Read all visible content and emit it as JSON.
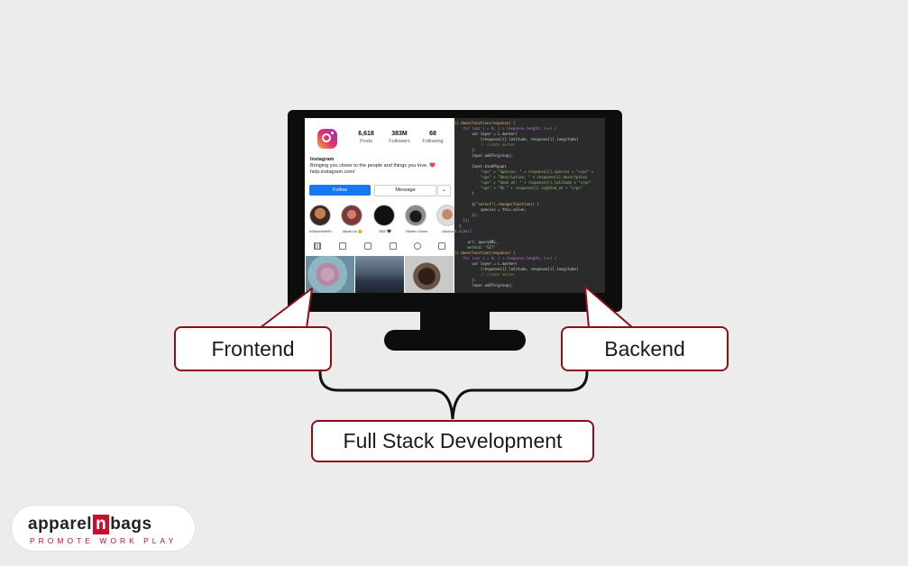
{
  "instagram": {
    "stats": [
      {
        "number": "6,618",
        "label": "Posts"
      },
      {
        "number": "383M",
        "label": "Followers"
      },
      {
        "number": "68",
        "label": "Following"
      }
    ],
    "username": "Instagram",
    "bio": "Bringing you closer to the people and things you love. ❤️",
    "link": "help.instagram.com/",
    "follow_label": "Follow",
    "message_label": "Message",
    "more_label": "⌄",
    "highlights": [
      "#ShareWithPr...",
      "Made Us 😀",
      "SBS 🖤",
      "Hidden Gems",
      "#Advoc"
    ],
    "colors": {
      "follow": "#1877f2",
      "logo_gradient_start": "#f9a03f",
      "logo_gradient_end": "#8a3ab9"
    }
  },
  "code_lines": [
    {
      "text": "}).done(function(response) {",
      "color": "#e6c07b"
    },
    {
      "text": "    for (var i = 0; i < response.length; i++) {",
      "color": "#c678dd"
    },
    {
      "text": "        var layer = L.marker(",
      "color": "#d4d4d4"
    },
    {
      "text": "            [response[i].latitude, response[i].longitude]",
      "color": "#d4d4d4"
    },
    {
      "text": "            // create marker",
      "color": "#6a9955"
    },
    {
      "text": "        );",
      "color": "#d4d4d4"
    },
    {
      "text": "        layer.addTo(group);",
      "color": "#d4d4d4"
    },
    {
      "text": "",
      "color": "#d4d4d4"
    },
    {
      "text": "        layer.bindPopup(",
      "color": "#d4d4d4"
    },
    {
      "text": "            \"<p>\" + \"Species: \" + response[i].species + \"</p>\" +",
      "color": "#98c379"
    },
    {
      "text": "            \"<p>\" + \"Description: \" + response[i].description",
      "color": "#98c379"
    },
    {
      "text": "            \"<p>\" + \"Seen at: \" + response[i].latitude + \"</p>\"",
      "color": "#98c379"
    },
    {
      "text": "            \"<p>\" + \"On \" + response[i].sighted_at + \"</p>\"",
      "color": "#98c379"
    },
    {
      "text": "        )",
      "color": "#d4d4d4"
    },
    {
      "text": "",
      "color": "#d4d4d4"
    },
    {
      "text": "        $(\"select\").change(function() {",
      "color": "#e6c07b"
    },
    {
      "text": "            species = this.value;",
      "color": "#d4d4d4"
    },
    {
      "text": "        });",
      "color": "#d4d4d4"
    },
    {
      "text": "    });",
      "color": "#d4d4d4"
    },
    {
      "text": "  }",
      "color": "#d4d4d4"
    },
    {
      "text": "$.ajax({",
      "color": "#61afef"
    },
    {
      "text": "",
      "color": "#d4d4d4"
    },
    {
      "text": "      url: queryURL,",
      "color": "#d4d4d4"
    },
    {
      "text": "      method: \"GET\"",
      "color": "#98c379"
    },
    {
      "text": "}).done(function(response) {",
      "color": "#e6c07b"
    },
    {
      "text": "    for (var i = 0; i < response.length; i++) {",
      "color": "#c678dd"
    },
    {
      "text": "        var layer = L.marker(",
      "color": "#d4d4d4"
    },
    {
      "text": "            [response[i].latitude, response[i].longitude]",
      "color": "#d4d4d4"
    },
    {
      "text": "            // create marker",
      "color": "#6a9955"
    },
    {
      "text": "        );",
      "color": "#d4d4d4"
    },
    {
      "text": "        layer.addTo(group);",
      "color": "#d4d4d4"
    }
  ],
  "labels": {
    "frontend": "Frontend",
    "backend": "Backend",
    "full_stack": "Full Stack Development"
  },
  "brand": {
    "name_part1": "apparel",
    "name_part2": "n",
    "name_part3": "bags",
    "tagline": "PROMOTE WORK PLAY"
  },
  "colors": {
    "background": "#ececec",
    "accent": "#8b0f18",
    "monitor": "#0d0d0d",
    "code_bg": "#2b2b2b",
    "brand_red": "#c8102e"
  }
}
